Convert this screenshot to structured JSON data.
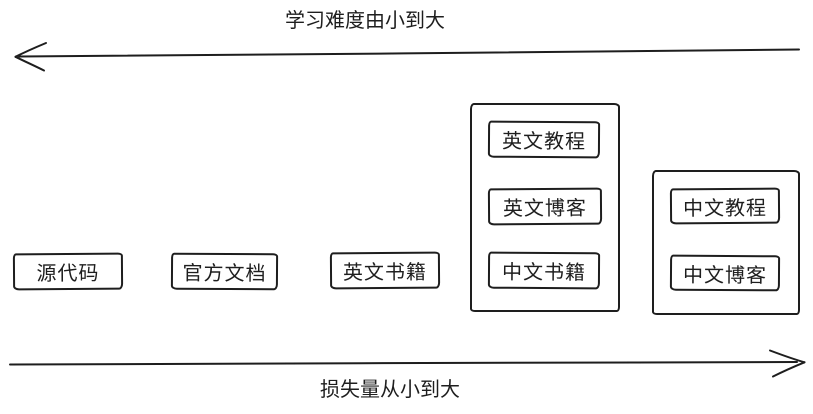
{
  "diagram": {
    "top_arrow_label": "学习难度由小到大",
    "bottom_arrow_label": "损失量从小到大",
    "standalone_boxes": [
      {
        "label": "源代码"
      },
      {
        "label": "官方文档"
      },
      {
        "label": "英文书籍"
      }
    ],
    "groups": [
      {
        "items": [
          {
            "label": "英文教程"
          },
          {
            "label": "英文博客"
          },
          {
            "label": "中文书籍"
          }
        ]
      },
      {
        "items": [
          {
            "label": "中文教程"
          },
          {
            "label": "中文博客"
          }
        ]
      }
    ],
    "colors": {
      "stroke": "#1e1e1e",
      "text": "#1e1e1e",
      "background": "#ffffff"
    }
  }
}
